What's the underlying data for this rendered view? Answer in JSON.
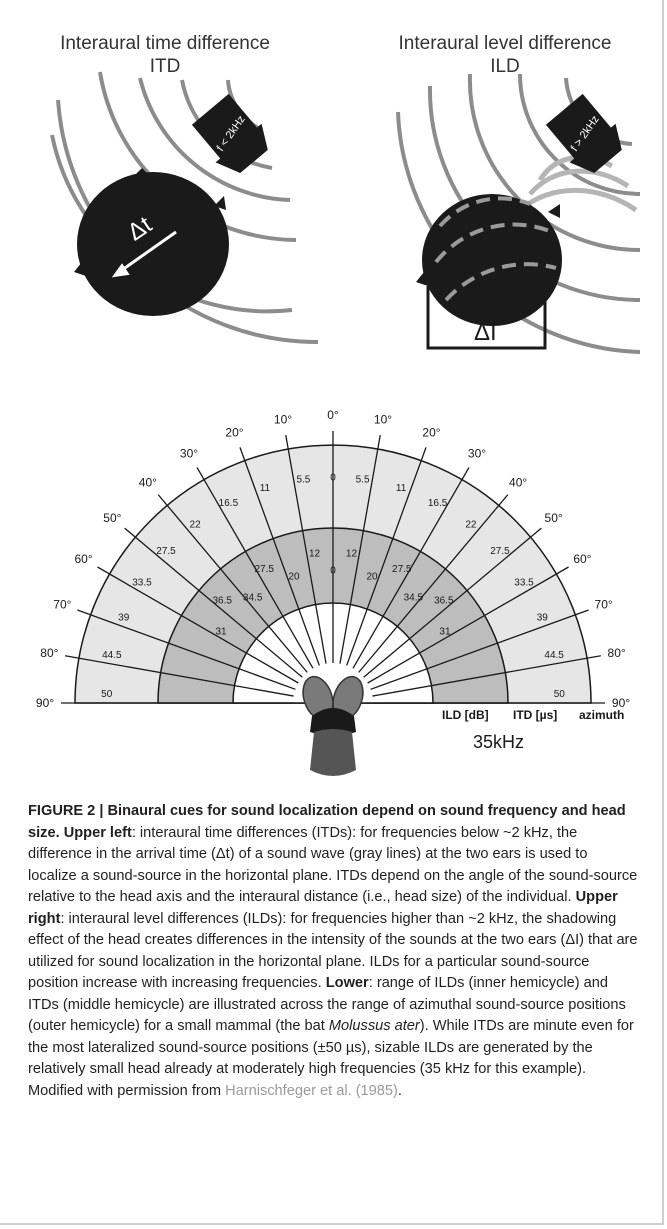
{
  "figure": {
    "itd_panel": {
      "title_line1": "Interaural time difference",
      "title_line2": "ITD",
      "wave_label": "Δt",
      "speaker_label": "f < 2kHz"
    },
    "ild_panel": {
      "title_line1": "Interaural level difference",
      "title_line2": "ILD",
      "level_label": "ΔI",
      "speaker_label": "f > 2kHz"
    },
    "polar": {
      "azimuth_labels": [
        "90°",
        "80°",
        "70°",
        "60°",
        "50°",
        "40°",
        "30°",
        "20°",
        "10°",
        "0°",
        "10°",
        "20°",
        "30°",
        "40°",
        "50°",
        "60°",
        "70°",
        "80°",
        "90°"
      ],
      "itd_values": [
        "50",
        "44.5",
        "39",
        "33.5",
        "27.5",
        "22",
        "16.5",
        "11",
        "5.5",
        "0",
        "5.5",
        "11",
        "16.5",
        "22",
        "27.5",
        "33.5",
        "39",
        "44.5",
        "50"
      ],
      "ild_values": [
        "31",
        "36.5",
        "34.5",
        "27.5",
        "20",
        "12",
        "0",
        "12",
        "20",
        "27.5",
        "34.5",
        "36.5",
        "31"
      ],
      "legend_ild": "ILD [dB]",
      "legend_itd": "ITD [µs]",
      "legend_azimuth": "azimuth",
      "frequency": "35kHz"
    },
    "colors": {
      "outer": "#e6e6e6",
      "middle": "#bdbdbd",
      "inner": "#ffffff",
      "stroke": "#1a1a1a",
      "wave": "#8c8c8c"
    }
  },
  "caption": {
    "lead": "FIGURE 2 | Binaural cues for sound localization depend on sound frequency and head size.",
    "upper_left_label": "Upper left",
    "upper_left_text": ": interaural time differences (ITDs): for frequencies below ~2 kHz, the difference in the arrival time (Δt) of a sound wave (gray lines) at the two ears is used to localize a sound-source in the horizontal plane. ITDs depend on the angle of the sound-source relative to the head axis and the interaural distance (i.e., head size) of the individual.",
    "upper_right_label": "Upper right",
    "upper_right_text": ": interaural level differences (ILDs): for frequencies higher than ~2 kHz, the shadowing effect of the head creates differences in the intensity of the sounds at the two ears (ΔI) that are utilized for sound localization in the horizontal plane. ILDs for a particular sound-source position increase with increasing frequencies.",
    "lower_label": "Lower",
    "lower_text_1": ": range of ILDs (inner hemicycle) and ITDs (middle hemicycle) are illustrated across the range of azimuthal sound-source positions (outer hemicycle) for a small mammal (the bat ",
    "species": "Molussus ater",
    "lower_text_2": "). While ITDs are minute even for the most lateralized sound-source positions (±50 µs), sizable ILDs are generated by the relatively small head already at moderately high frequencies (35 kHz for this example). Modified with permission from ",
    "reference": "Harnischfeger et al. (1985)",
    "end": "."
  }
}
